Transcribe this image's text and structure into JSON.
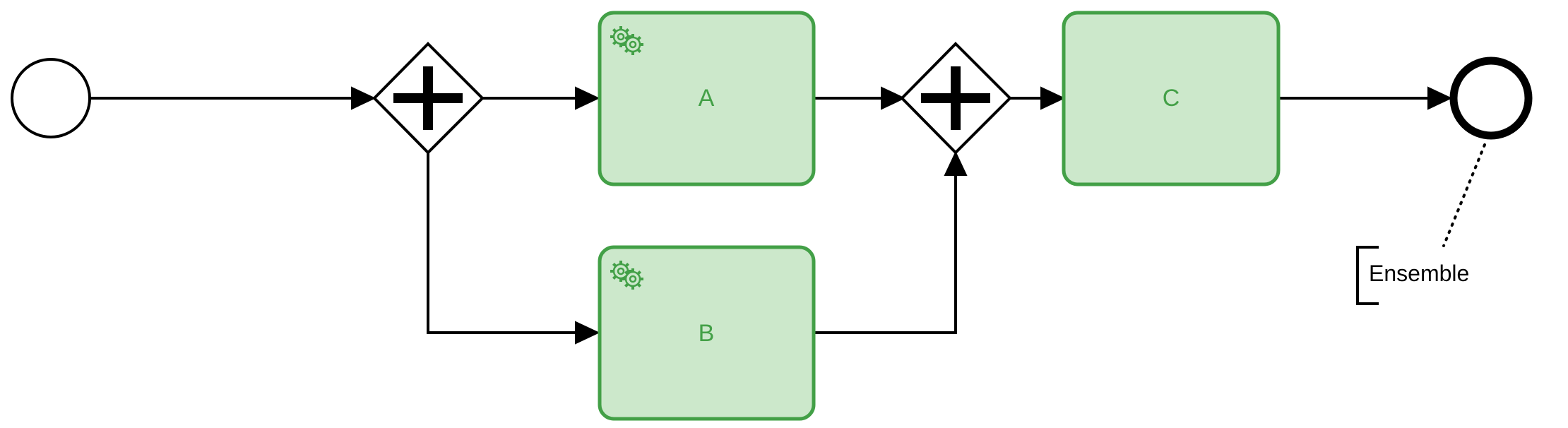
{
  "diagram": {
    "tasks": {
      "a": {
        "label": "A",
        "type": "service-task"
      },
      "b": {
        "label": "B",
        "type": "service-task"
      },
      "c": {
        "label": "C",
        "type": "task"
      }
    },
    "annotation": {
      "text": "Ensemble"
    }
  },
  "colors": {
    "task_fill": "#cce8cb",
    "task_stroke": "#43a047",
    "line": "#000000"
  }
}
